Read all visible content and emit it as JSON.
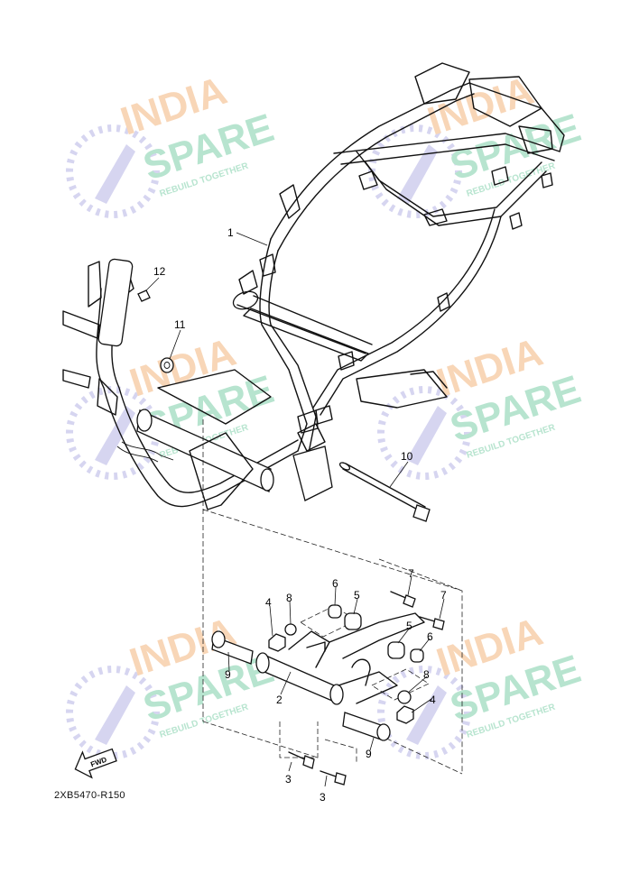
{
  "diagram": {
    "drawing_code": "2XB5470-R150",
    "direction_label": "FWD",
    "callouts": [
      {
        "id": "c1",
        "label": "1"
      },
      {
        "id": "c2",
        "label": "2"
      },
      {
        "id": "c3a",
        "label": "3"
      },
      {
        "id": "c3b",
        "label": "3"
      },
      {
        "id": "c4a",
        "label": "4"
      },
      {
        "id": "c4b",
        "label": "4"
      },
      {
        "id": "c5a",
        "label": "5"
      },
      {
        "id": "c5b",
        "label": "5"
      },
      {
        "id": "c6a",
        "label": "6"
      },
      {
        "id": "c6b",
        "label": "6"
      },
      {
        "id": "c7a",
        "label": "7"
      },
      {
        "id": "c7b",
        "label": "7"
      },
      {
        "id": "c8a",
        "label": "8"
      },
      {
        "id": "c8b",
        "label": "8"
      },
      {
        "id": "c9a",
        "label": "9"
      },
      {
        "id": "c9b",
        "label": "9"
      },
      {
        "id": "c10",
        "label": "10"
      },
      {
        "id": "c11",
        "label": "11"
      },
      {
        "id": "c12",
        "label": "12"
      }
    ]
  },
  "watermark": {
    "line1": "INDIA",
    "line2": "SPARE",
    "tagline": "REBUILD TOGETHER",
    "colors": {
      "india": "#f6c9a0",
      "spare": "#9fdcbf",
      "logo": "#c9c8ec"
    }
  }
}
